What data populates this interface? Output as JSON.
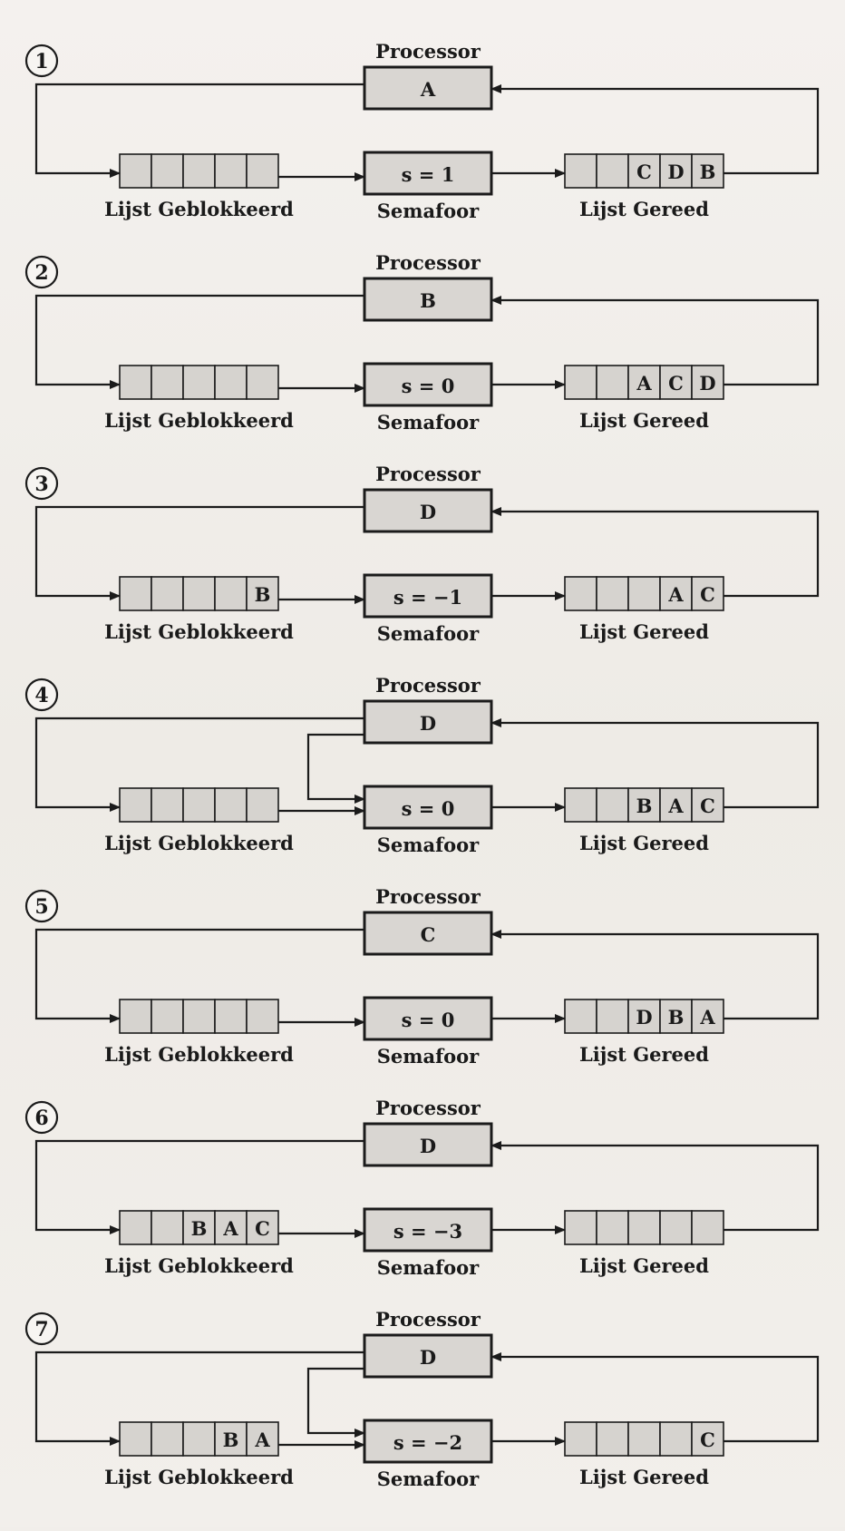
{
  "labels": {
    "processor": "Processor",
    "semaphore": "Semafoor",
    "blocked": "Lijst Geblokkeerd",
    "ready": "Lijst Gereed"
  },
  "panels": [
    {
      "number": "1",
      "processor": "A",
      "semaphore": "s = 1",
      "blocked": [
        "",
        "",
        "",
        "",
        ""
      ],
      "ready": [
        "",
        "",
        "C",
        "D",
        "B"
      ],
      "loop": false
    },
    {
      "number": "2",
      "processor": "B",
      "semaphore": "s = 0",
      "blocked": [
        "",
        "",
        "",
        "",
        ""
      ],
      "ready": [
        "",
        "",
        "A",
        "C",
        "D"
      ],
      "loop": false
    },
    {
      "number": "3",
      "processor": "D",
      "semaphore": "s = −1",
      "blocked": [
        "",
        "",
        "",
        "",
        "B"
      ],
      "ready": [
        "",
        "",
        "",
        "A",
        "C"
      ],
      "loop": false
    },
    {
      "number": "4",
      "processor": "D",
      "semaphore": "s = 0",
      "blocked": [
        "",
        "",
        "",
        "",
        ""
      ],
      "ready": [
        "",
        "",
        "B",
        "A",
        "C"
      ],
      "loop": true
    },
    {
      "number": "5",
      "processor": "C",
      "semaphore": "s = 0",
      "blocked": [
        "",
        "",
        "",
        "",
        ""
      ],
      "ready": [
        "",
        "",
        "D",
        "B",
        "A"
      ],
      "loop": false
    },
    {
      "number": "6",
      "processor": "D",
      "semaphore": "s = −3",
      "blocked": [
        "",
        "",
        "B",
        "A",
        "C"
      ],
      "ready": [
        "",
        "",
        "",
        "",
        ""
      ],
      "loop": false
    },
    {
      "number": "7",
      "processor": "D",
      "semaphore": "s = −2",
      "blocked": [
        "",
        "",
        "",
        "B",
        "A"
      ],
      "ready": [
        "",
        "",
        "",
        "",
        "C"
      ],
      "loop": true
    }
  ]
}
